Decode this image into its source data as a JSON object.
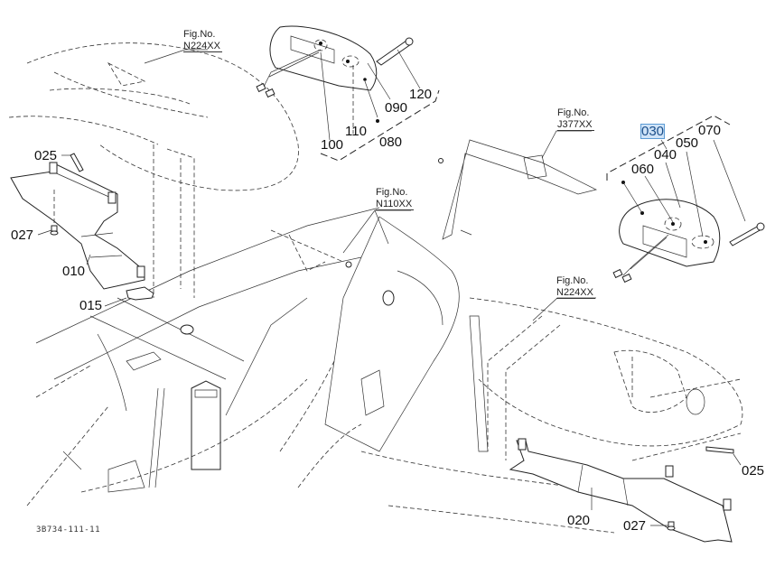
{
  "diagram": {
    "identifier": "3B734-111-11",
    "figure_references": [
      {
        "prefix": "Fig.No.",
        "code": "N224XX"
      },
      {
        "prefix": "Fig.No.",
        "code": "J377XX"
      },
      {
        "prefix": "Fig.No.",
        "code": "N110XX"
      },
      {
        "prefix": "Fig.No.",
        "code": "N224XX"
      }
    ],
    "parts": {
      "p010": "010",
      "p015": "015",
      "p020": "020",
      "p025_left": "025",
      "p025_right": "025",
      "p027_left": "027",
      "p027_right": "027",
      "p030": "030",
      "p040": "040",
      "p050": "050",
      "p060": "060",
      "p070": "070",
      "p080": "080",
      "p090": "090",
      "p100": "100",
      "p110": "110",
      "p120": "120"
    },
    "selected_part": "030",
    "highlight_color": "#cfe3f7"
  }
}
